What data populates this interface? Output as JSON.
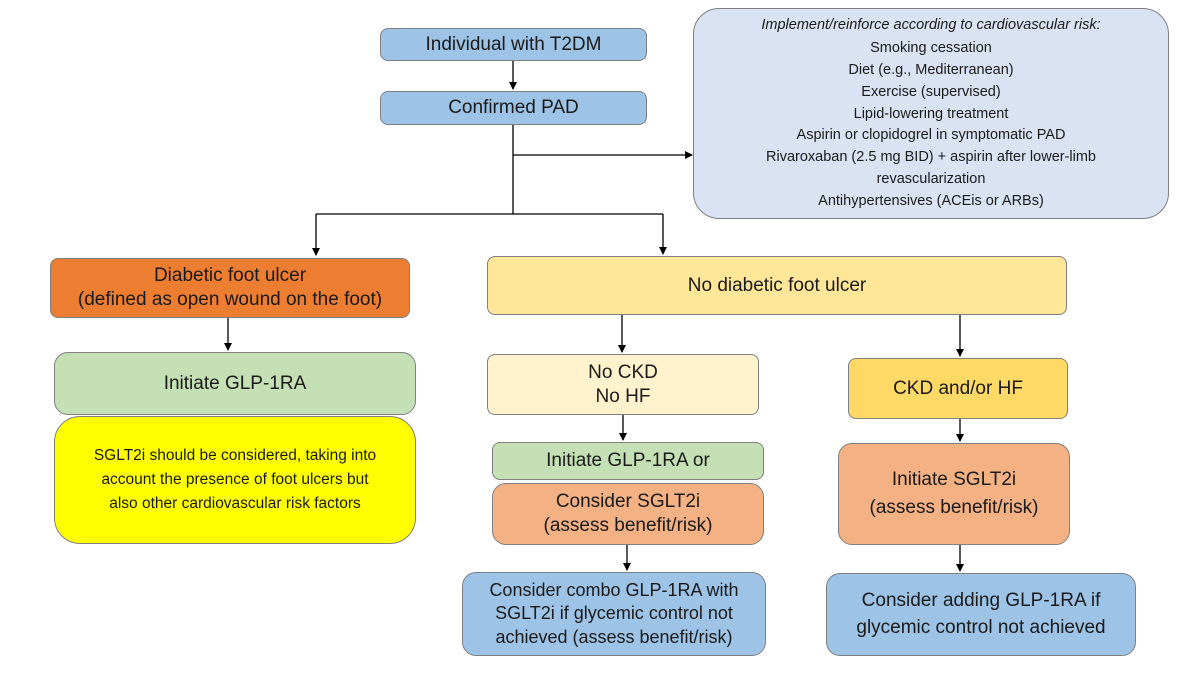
{
  "nodes": {
    "individual": "Individual with T2DM",
    "confirmed_pad": "Confirmed PAD",
    "recommendations": {
      "title": "Implement/reinforce according to cardiovascular risk:",
      "items": [
        "Smoking cessation",
        "Diet (e.g., Mediterranean)",
        "Exercise (supervised)",
        "Lipid-lowering treatment",
        "Aspirin or clopidogrel in symptomatic PAD",
        "Rivaroxaban (2.5 mg BID) + aspirin after lower-limb",
        "revascularization",
        "Antihypertensives (ACEis or ARBs)"
      ]
    },
    "dfu": {
      "line1": "Diabetic foot ulcer",
      "line2": "(defined as open wound on the foot)"
    },
    "no_dfu": "No diabetic foot ulcer",
    "initiate_glp1_left": "Initiate GLP-1RA",
    "sglt2_consider": {
      "line1": "SGLT2i should be considered, taking into",
      "line2": "account the presence of foot ulcers but",
      "line3": "also other cardiovascular risk factors"
    },
    "no_ckd": {
      "line1": "No CKD",
      "line2": "No HF"
    },
    "ckd_hf": "CKD and/or HF",
    "initiate_glp1_or": "Initiate GLP-1RA or",
    "consider_sglt2": {
      "line1": "Consider SGLT2i",
      "line2": "(assess benefit/risk)"
    },
    "initiate_sglt2": {
      "line1": "Initiate SGLT2i",
      "line2": "(assess benefit/risk)"
    },
    "combo": {
      "line1": "Consider combo GLP-1RA with",
      "line2": "SGLT2i if glycemic control not",
      "line3": "achieved (assess benefit/risk)"
    },
    "add_glp1": {
      "line1": "Consider adding GLP-1RA if",
      "line2": "glycemic control not achieved"
    }
  },
  "colors": {
    "start": "#9dc3e6",
    "recommendations": "#dae3f3",
    "dfu": "#ed7d31",
    "no_dfu": "#ffe699",
    "glp1": "#c5e0b4",
    "sglt2_note": "#ffff00",
    "sglt2": "#f4b183",
    "outcome": "#9dc3e6"
  }
}
